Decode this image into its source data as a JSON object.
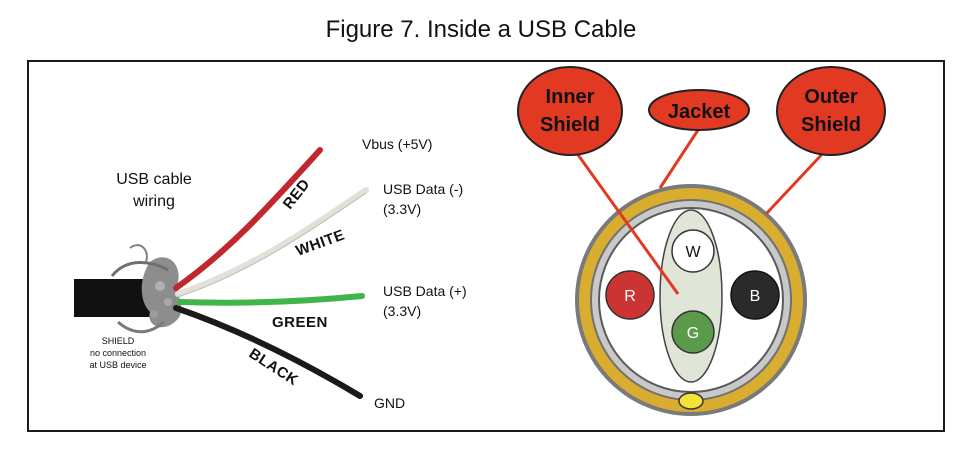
{
  "figure": {
    "title": "Figure 7. Inside a USB Cable"
  },
  "left_photo": {
    "caption_line1": "USB cable",
    "caption_line2": "wiring",
    "shield_note": [
      "SHIELD",
      "no connection",
      "at USB device"
    ],
    "wires": [
      {
        "color_name": "RED",
        "signal": "Vbus (+5V)",
        "signal2": "",
        "color": "#c0282e"
      },
      {
        "color_name": "WHITE",
        "signal": "USB Data (-)",
        "signal2": "(3.3V)",
        "color": "#e9e9e3"
      },
      {
        "color_name": "GREEN",
        "signal": "USB Data (+)",
        "signal2": "(3.3V)",
        "color": "#3fb54a"
      },
      {
        "color_name": "BLACK",
        "signal": "GND",
        "signal2": "",
        "color": "#1a1a1a"
      }
    ]
  },
  "cross_section": {
    "callouts": [
      {
        "line1": "Inner",
        "line2": "Shield"
      },
      {
        "line1": "Jacket",
        "line2": ""
      },
      {
        "line1": "Outer",
        "line2": "Shield"
      }
    ],
    "conductors": [
      {
        "letter": "W",
        "color": "#ffffff"
      },
      {
        "letter": "R",
        "color": "#cc3333"
      },
      {
        "letter": "B",
        "color": "#2a2a2a"
      },
      {
        "letter": "G",
        "color": "#5a9a4a"
      }
    ],
    "colors": {
      "callout_fill": "#e23a22",
      "jacket_ring": "#7a7a7a",
      "outer_shield": "#d9ad2f",
      "inner_shield": "#c9c9c9",
      "pointer_line": "#e23a22"
    }
  }
}
